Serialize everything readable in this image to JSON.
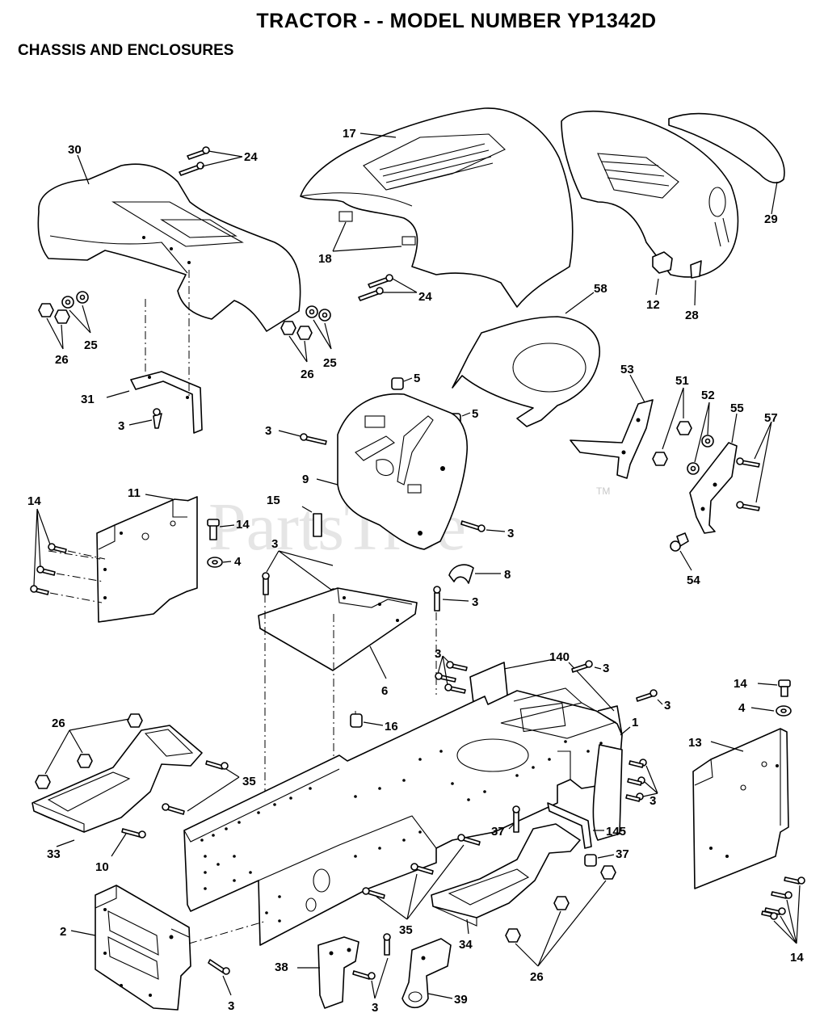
{
  "header": {
    "title": "TRACTOR - - MODEL NUMBER YP1342D",
    "subtitle": "CHASSIS AND ENCLOSURES"
  },
  "watermark": {
    "text": "PartsTree",
    "trademark": "TM"
  },
  "callouts": [
    {
      "id": "c30",
      "label": "30"
    },
    {
      "id": "c24a",
      "label": "24"
    },
    {
      "id": "c17",
      "label": "17"
    },
    {
      "id": "c18",
      "label": "18"
    },
    {
      "id": "c29",
      "label": "29"
    },
    {
      "id": "c12",
      "label": "12"
    },
    {
      "id": "c28",
      "label": "28"
    },
    {
      "id": "c24b",
      "label": "24"
    },
    {
      "id": "c25a",
      "label": "25"
    },
    {
      "id": "c26a",
      "label": "26"
    },
    {
      "id": "c25b",
      "label": "25"
    },
    {
      "id": "c26b",
      "label": "26"
    },
    {
      "id": "c58",
      "label": "58"
    },
    {
      "id": "c5a",
      "label": "5"
    },
    {
      "id": "c5b",
      "label": "5"
    },
    {
      "id": "c31",
      "label": "31"
    },
    {
      "id": "c3a",
      "label": "3"
    },
    {
      "id": "c3b",
      "label": "3"
    },
    {
      "id": "c9",
      "label": "9"
    },
    {
      "id": "c53",
      "label": "53"
    },
    {
      "id": "c51",
      "label": "51"
    },
    {
      "id": "c52",
      "label": "52"
    },
    {
      "id": "c55",
      "label": "55"
    },
    {
      "id": "c57",
      "label": "57"
    },
    {
      "id": "c11",
      "label": "11"
    },
    {
      "id": "c14a",
      "label": "14"
    },
    {
      "id": "c14b",
      "label": "14"
    },
    {
      "id": "c4a",
      "label": "4"
    },
    {
      "id": "c15",
      "label": "15"
    },
    {
      "id": "c3c",
      "label": "3"
    },
    {
      "id": "c3d",
      "label": "3"
    },
    {
      "id": "c8",
      "label": "8"
    },
    {
      "id": "c54",
      "label": "54"
    },
    {
      "id": "c3e",
      "label": "3"
    },
    {
      "id": "c6",
      "label": "6"
    },
    {
      "id": "c3f",
      "label": "3"
    },
    {
      "id": "c140",
      "label": "140"
    },
    {
      "id": "c3g",
      "label": "3"
    },
    {
      "id": "c3h",
      "label": "3"
    },
    {
      "id": "c14c",
      "label": "14"
    },
    {
      "id": "c4b",
      "label": "4"
    },
    {
      "id": "c26c",
      "label": "26"
    },
    {
      "id": "c16",
      "label": "16"
    },
    {
      "id": "c1",
      "label": "1"
    },
    {
      "id": "c13",
      "label": "13"
    },
    {
      "id": "c35a",
      "label": "35"
    },
    {
      "id": "c3i",
      "label": "3"
    },
    {
      "id": "c33",
      "label": "33"
    },
    {
      "id": "c10",
      "label": "10"
    },
    {
      "id": "c37a",
      "label": "37"
    },
    {
      "id": "c145",
      "label": "145"
    },
    {
      "id": "c37b",
      "label": "37"
    },
    {
      "id": "c2",
      "label": "2"
    },
    {
      "id": "c35b",
      "label": "35"
    },
    {
      "id": "c34",
      "label": "34"
    },
    {
      "id": "c26d",
      "label": "26"
    },
    {
      "id": "c14d",
      "label": "14"
    },
    {
      "id": "c38",
      "label": "38"
    },
    {
      "id": "c3j",
      "label": "3"
    },
    {
      "id": "c39",
      "label": "39"
    },
    {
      "id": "c3k",
      "label": "3"
    }
  ]
}
